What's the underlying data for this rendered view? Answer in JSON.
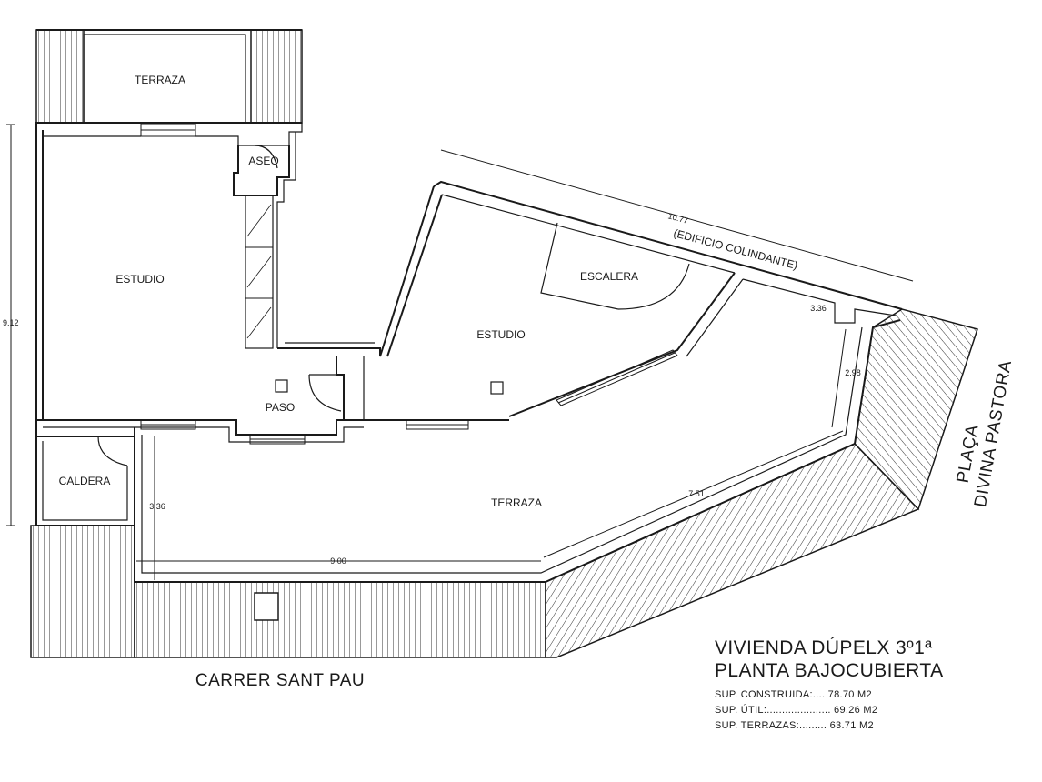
{
  "rooms": {
    "terraza_top": "TERRAZA",
    "aseo": "ASEO",
    "estudio_left": "ESTUDIO",
    "escalera": "ESCALERA",
    "estudio_right": "ESTUDIO",
    "paso": "PASO",
    "caldera": "CALDERA",
    "terraza_main": "TERRAZA"
  },
  "dimensions": {
    "total_height": "9.12",
    "neighbor_wall": "10.77",
    "neighbor_note": "(EDIFICIO COLINDANTE)",
    "east_top": "3.36",
    "east_side": "2.98",
    "terrace_diag": "7.51",
    "terrace_width": "9.00",
    "terrace_depth": "3.36"
  },
  "streets": {
    "south": "CARRER SANT PAU",
    "east_line1": "PLAÇA",
    "east_line2": "DIVINA PASTORA"
  },
  "title": {
    "line1": "VIVIENDA DÚPELX 3º1ª",
    "line2": "PLANTA BAJOCUBIERTA"
  },
  "areas": {
    "built": "SUP. CONSTRUIDA:.... 78.70 M2",
    "useful": "SUP. ÚTIL:..................... 69.26 M2",
    "terraces": "SUP. TERRAZAS:......... 63.71 M2"
  }
}
